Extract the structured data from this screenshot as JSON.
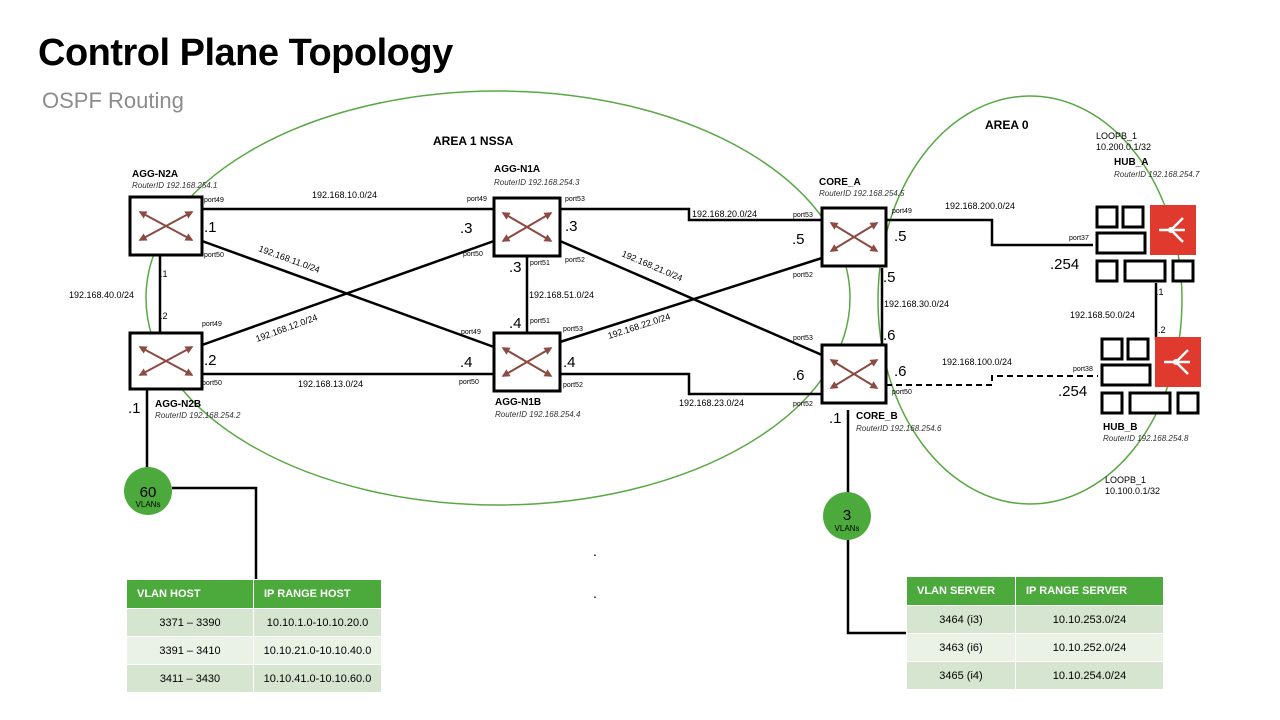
{
  "title": "Control Plane Topology",
  "subtitle": "OSPF Routing",
  "areas": {
    "area1": "AREA 1 NSSA",
    "area0": "AREA 0"
  },
  "nodes": {
    "agg_n2a": {
      "name": "AGG-N2A",
      "router_id": "RouterID 192.168.254.1"
    },
    "agg_n2b": {
      "name": "AGG-N2B",
      "router_id": "RouterID 192.168.254.2"
    },
    "agg_n1a": {
      "name": "AGG-N1A",
      "router_id": "RouterID 192.168.254.3"
    },
    "agg_n1b": {
      "name": "AGG-N1B",
      "router_id": "RouterID 192.168.254.4"
    },
    "core_a": {
      "name": "CORE_A",
      "router_id": "RouterID 192.168.254.5"
    },
    "core_b": {
      "name": "CORE_B",
      "router_id": "RouterID 192.168.254.6"
    },
    "hub_a": {
      "name": "HUB_A",
      "router_id": "RouterID 192.168.254.7",
      "loopback_name": "LOOPB_1",
      "loopback_ip": "10.200.0.1/32"
    },
    "hub_b": {
      "name": "HUB_B",
      "router_id": "RouterID 192.168.254.8",
      "loopback_name": "LOOPB_1",
      "loopback_ip": "10.100.0.1/32"
    }
  },
  "subnets": {
    "n2a_n1a": "192.168.10.0/24",
    "n2a_n1b": "192.168.11.0/24",
    "n2b_n1a": "192.168.12.0/24",
    "n2b_n1b": "192.168.13.0/24",
    "n2a_n2b": "192.168.40.0/24",
    "n1a_n1b": "192.168.51.0/24",
    "n1a_corea": "192.168.20.0/24",
    "n1a_coreb": "192.168.21.0/24",
    "n1b_corea": "192.168.22.0/24",
    "n1b_coreb": "192.168.23.0/24",
    "corea_coreb": "192.168.30.0/24",
    "corea_huba": "192.168.200.0/24",
    "coreb_hubb": "192.168.100.0/24",
    "huba_hubb": "192.168.50.0/24"
  },
  "ports": {
    "p49": "port49",
    "p50": "port50",
    "p51": "port51",
    "p52": "port52",
    "p53": "port53",
    "p37": "port37",
    "p38": "port38"
  },
  "iface": {
    "d1": ".1",
    "d2": ".2",
    "d3": ".3",
    "d4": ".4",
    "d5": ".5",
    "d6": ".6",
    "d254": ".254"
  },
  "vlan_clouds": {
    "host": {
      "count": "60",
      "label": "VLANs"
    },
    "server": {
      "count": "3",
      "label": "VLANs"
    }
  },
  "host_table": {
    "headers": [
      "VLAN HOST",
      "IP RANGE HOST"
    ],
    "rows": [
      [
        "3371 – 3390",
        "10.10.1.0-10.10.20.0"
      ],
      [
        "3391 – 3410",
        "10.10.21.0-10.10.40.0"
      ],
      [
        "3411 – 3430",
        "10.10.41.0-10.10.60.0"
      ]
    ]
  },
  "server_table": {
    "headers": [
      "VLAN SERVER",
      "IP RANGE SERVER"
    ],
    "rows": [
      [
        "3464 (i3)",
        "10.10.253.0/24"
      ],
      [
        "3463 (i6)",
        "10.10.252.0/24"
      ],
      [
        "3465 (i4)",
        "10.10.254.0/24"
      ]
    ]
  },
  "stray_dots": [
    "."
  ],
  "colors": {
    "area_outline": "#5aa845",
    "cloud_fill": "#4caa3c",
    "firewall_red": "#e03a2f",
    "table_header": "#4caa3c",
    "table_row_odd": "#d6e5cf",
    "table_row_even": "#eaf2e6",
    "switch_arrow": "#8b4a42"
  }
}
